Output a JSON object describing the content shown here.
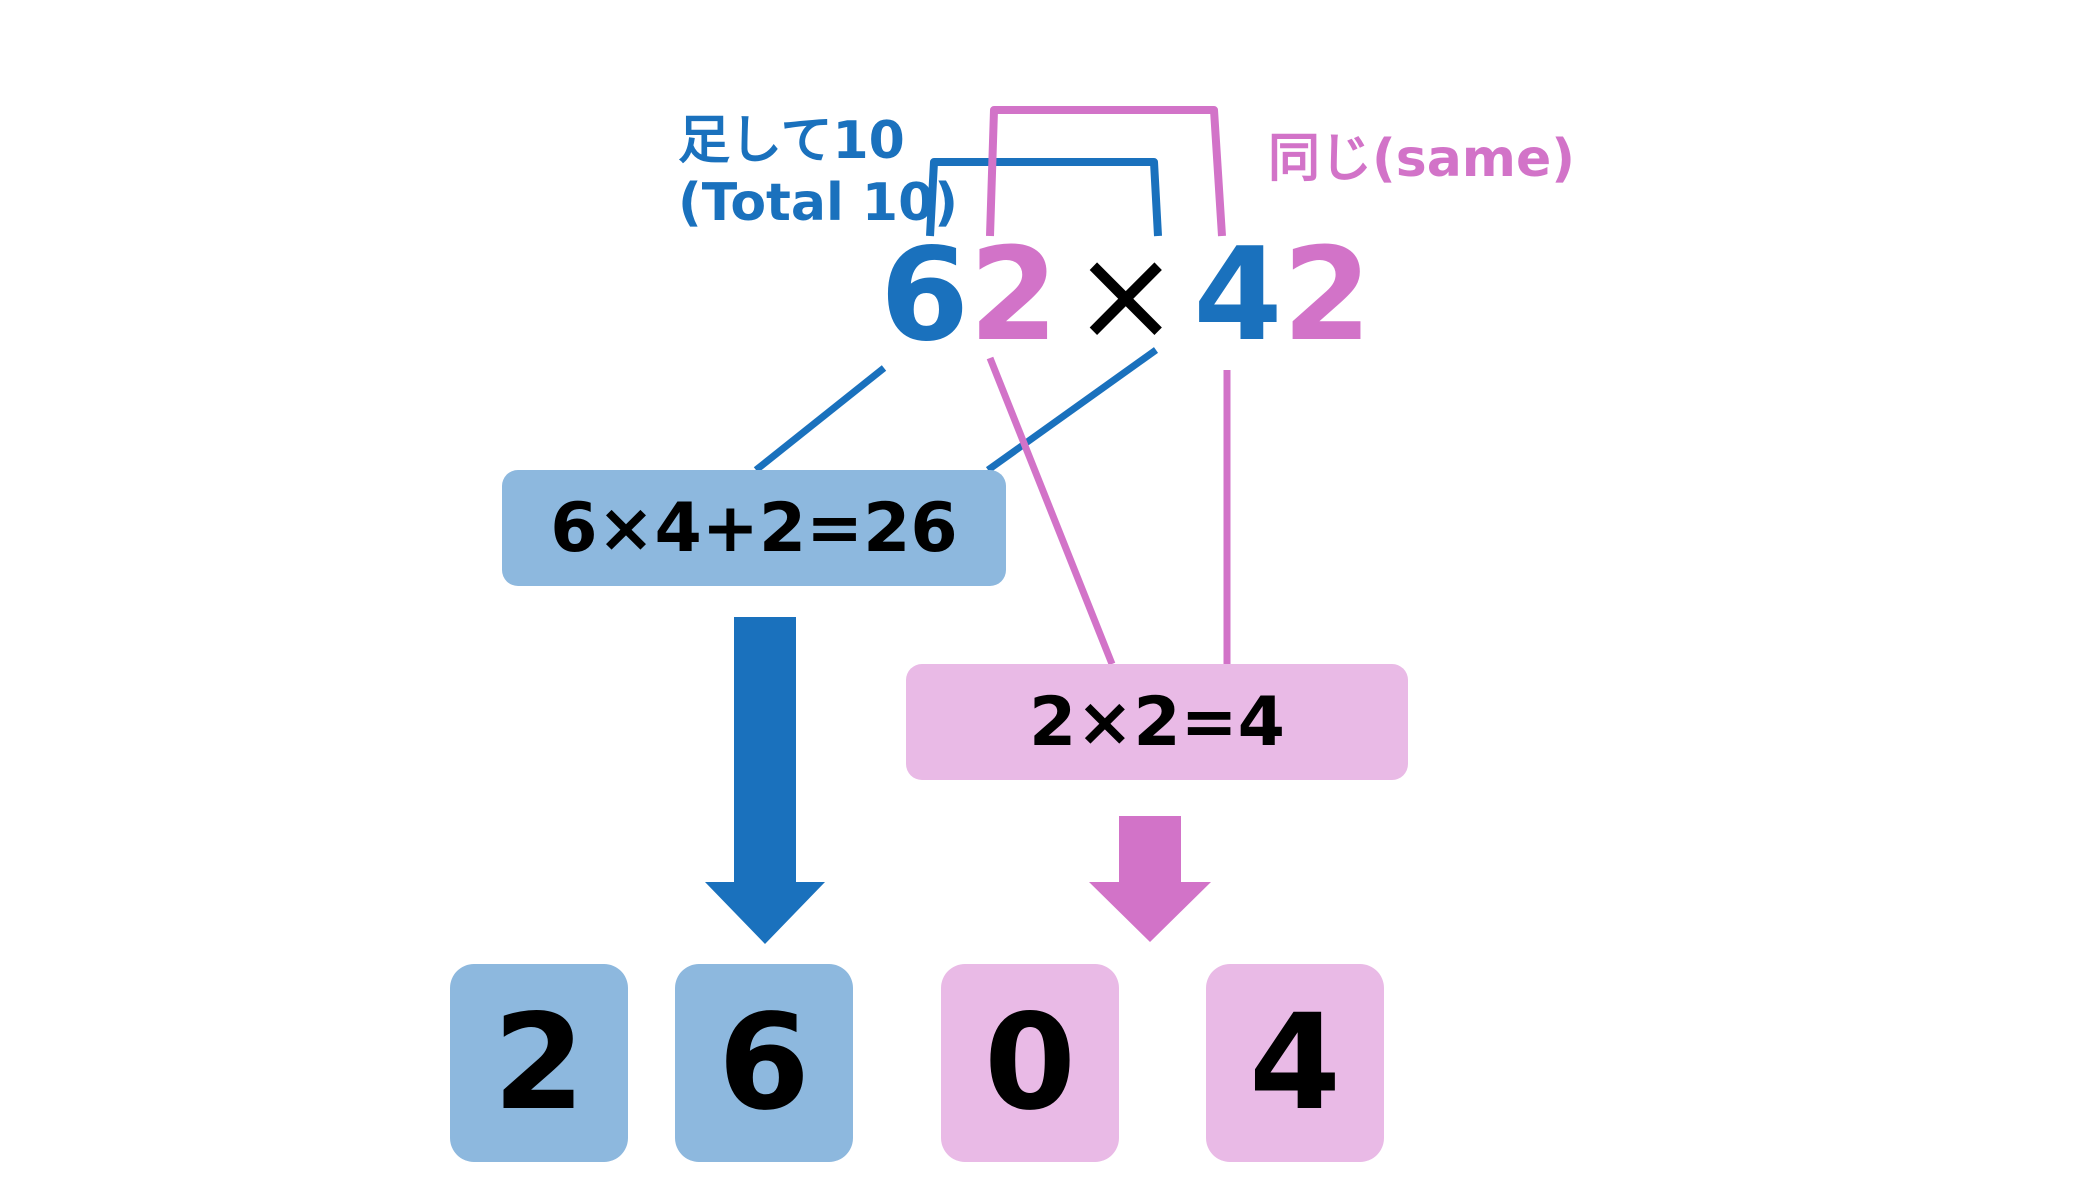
{
  "labels": {
    "total_jp": "足して10",
    "total_en": "(Total 10)",
    "same": "同じ(same)"
  },
  "problem": {
    "d1": "6",
    "d2": "2",
    "op": "×",
    "d3": "4",
    "d4": "2"
  },
  "steps": {
    "tens_formula": "6×4+2=26",
    "ones_formula": "2×2=4"
  },
  "result": [
    "2",
    "6",
    "0",
    "4"
  ],
  "colors": {
    "blue": "#1a71bd",
    "pink": "#d273c8",
    "blue_box": "#8db8de",
    "pink_box": "#e9bae6"
  }
}
